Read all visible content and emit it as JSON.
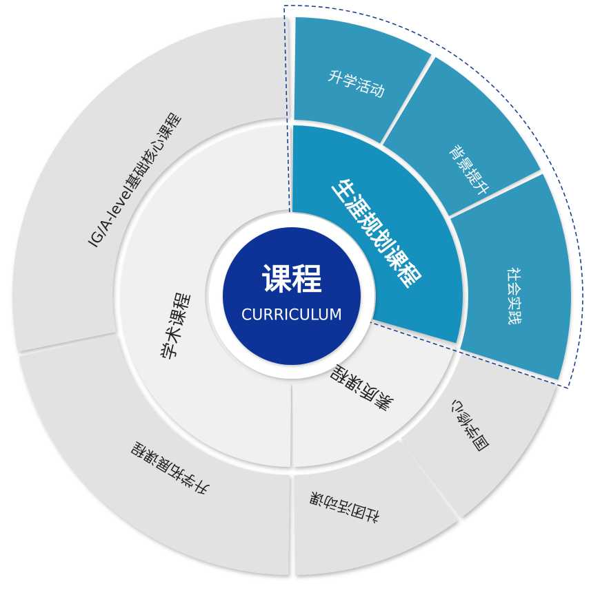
{
  "center": {
    "title": "课程",
    "subtitle": "CURRICULUM"
  },
  "academic": {
    "label": "学术课程",
    "outer": [
      {
        "label": "IG/A-level基础核心课程"
      },
      {
        "label": "升学拓展课程"
      }
    ]
  },
  "career": {
    "label": "生涯规划课程",
    "outer": [
      {
        "label": "升学活动"
      },
      {
        "label": "背景提升"
      },
      {
        "label": "社会实践"
      }
    ]
  },
  "quality": {
    "label": "素质课程",
    "outer": [
      {
        "label": "国学修心"
      },
      {
        "label": "社团活动课"
      }
    ]
  },
  "colors": {
    "center": "#0c3398",
    "career_inner": "#1890bd",
    "career_outer": "#3198bb",
    "inner_gray": "#f0f0f0",
    "outer_gray": "#e2e2e2",
    "dashed": "#1e3f8f"
  }
}
